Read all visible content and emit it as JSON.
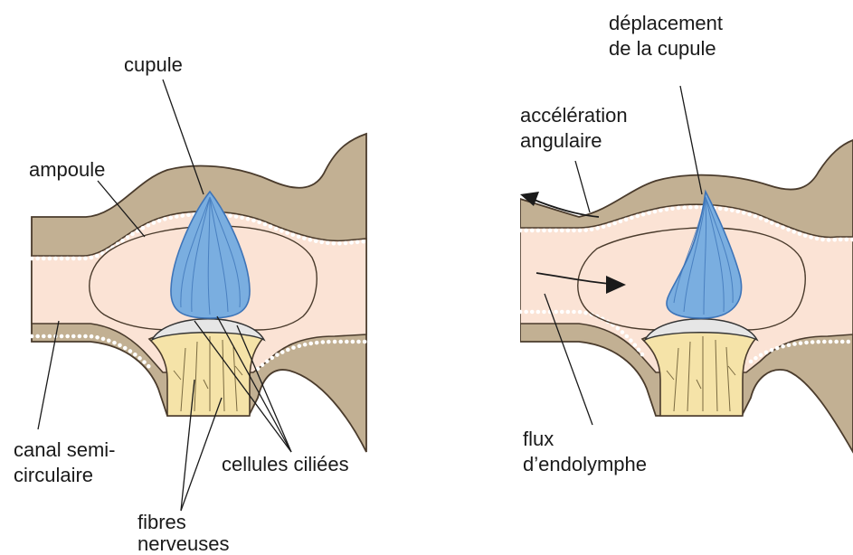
{
  "colors": {
    "wall": "#c2b093",
    "wall_stroke": "#4a3b2c",
    "endolymph": "#fbe3d5",
    "cupula": "#7aaee0",
    "cupula_dark": "#3d74b8",
    "nerve": "#f5e3a8",
    "cells": "#e6e6e6",
    "text": "#1a1a1a"
  },
  "labels": {
    "cupule": "cupule",
    "ampoule": "ampoule",
    "canal_l1": "canal semi-",
    "canal_l2": "circulaire",
    "fibres_l1": "fibres",
    "fibres_l2": "nerveuses",
    "cellules": "cellules ciliées",
    "deplacement_l1": "déplacement",
    "deplacement_l2": "de la cupule",
    "acceleration_l1": "accélération",
    "acceleration_l2": "angulaire",
    "flux_l1": "flux",
    "flux_l2": "d’endolymphe"
  }
}
